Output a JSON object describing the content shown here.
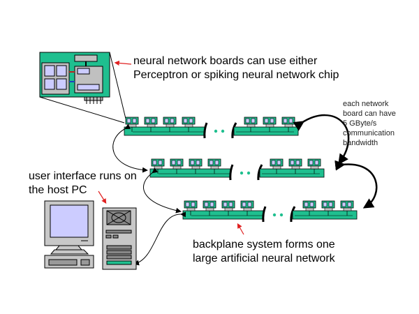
{
  "labels": {
    "board_chip": [
      "neural network boards can use either",
      "Perceptron or spiking neural network chip"
    ],
    "bandwidth": [
      "each network",
      "board can have",
      "5 GByte/s",
      "communication",
      "bandwidth"
    ],
    "host_pc": [
      "user interface runs on",
      "the host PC"
    ],
    "backplane": [
      "backplane system forms one",
      "large artificial neural network"
    ]
  },
  "colors": {
    "board_green": "#1fbf8f",
    "chip_blue": "#ccccff",
    "chip_gray": "#c0c0c0",
    "pc_gray": "#c8c8c8",
    "screen_blue": "#ccccff",
    "annotation_red": "#e02020",
    "outline": "#000000"
  },
  "backplanes": [
    {
      "name": "backplane-row-1",
      "left_boards": 4,
      "right_boards": 3
    },
    {
      "name": "backplane-row-2",
      "left_boards": 4,
      "right_boards": 3
    },
    {
      "name": "backplane-row-3",
      "left_boards": 4,
      "right_boards": 3
    }
  ],
  "continuation_glyph": "• •"
}
